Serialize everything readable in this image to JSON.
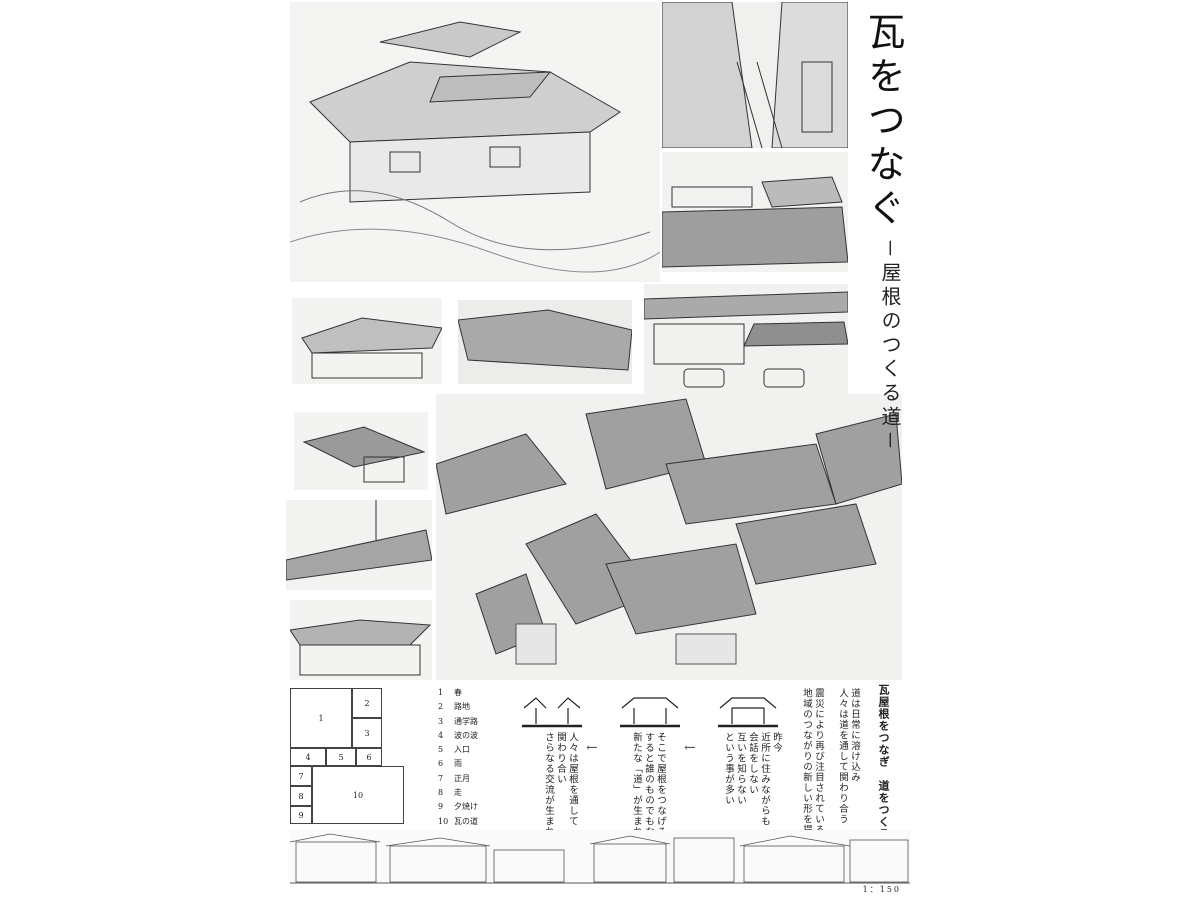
{
  "title": "瓦をつなぐ",
  "subtitle": "－屋根のつくる道－",
  "legend": [
    {
      "num": "1",
      "label": "春"
    },
    {
      "num": "2",
      "label": "路地"
    },
    {
      "num": "3",
      "label": "通学路"
    },
    {
      "num": "4",
      "label": "波の波"
    },
    {
      "num": "5",
      "label": "入口"
    },
    {
      "num": "6",
      "label": "雨"
    },
    {
      "num": "7",
      "label": "正月"
    },
    {
      "num": "8",
      "label": "走"
    },
    {
      "num": "9",
      "label": "夕焼け"
    },
    {
      "num": "10",
      "label": "瓦の道"
    }
  ],
  "keymap": [
    "1",
    "2",
    "3",
    "4",
    "5",
    "6",
    "7",
    "8",
    "9",
    "10"
  ],
  "concept": {
    "heading": "瓦屋根をつなぎ　道をつくる",
    "paragraphs": [
      "道は日常に溶け込み\n人々は道を通して関わり合う",
      "震災により再び注目されている\n地域のつながりの新しい形を提案する"
    ]
  },
  "diagram_captions": [
    "昨今\n近所に住みながらも\n会話をしない\n互いを知らない\nという事が多い",
    "そこで屋根をつなげる\nすると誰のものでもない\n新たな「道」が生まれる",
    "人々は屋根を通して\n関わり合い\nさらなる交流が生まれる"
  ],
  "scale": "1：150",
  "colors": {
    "ink": "#111111",
    "paper": "#ffffff",
    "sketch_bg": "#f3f3f1",
    "line": "#444444"
  }
}
